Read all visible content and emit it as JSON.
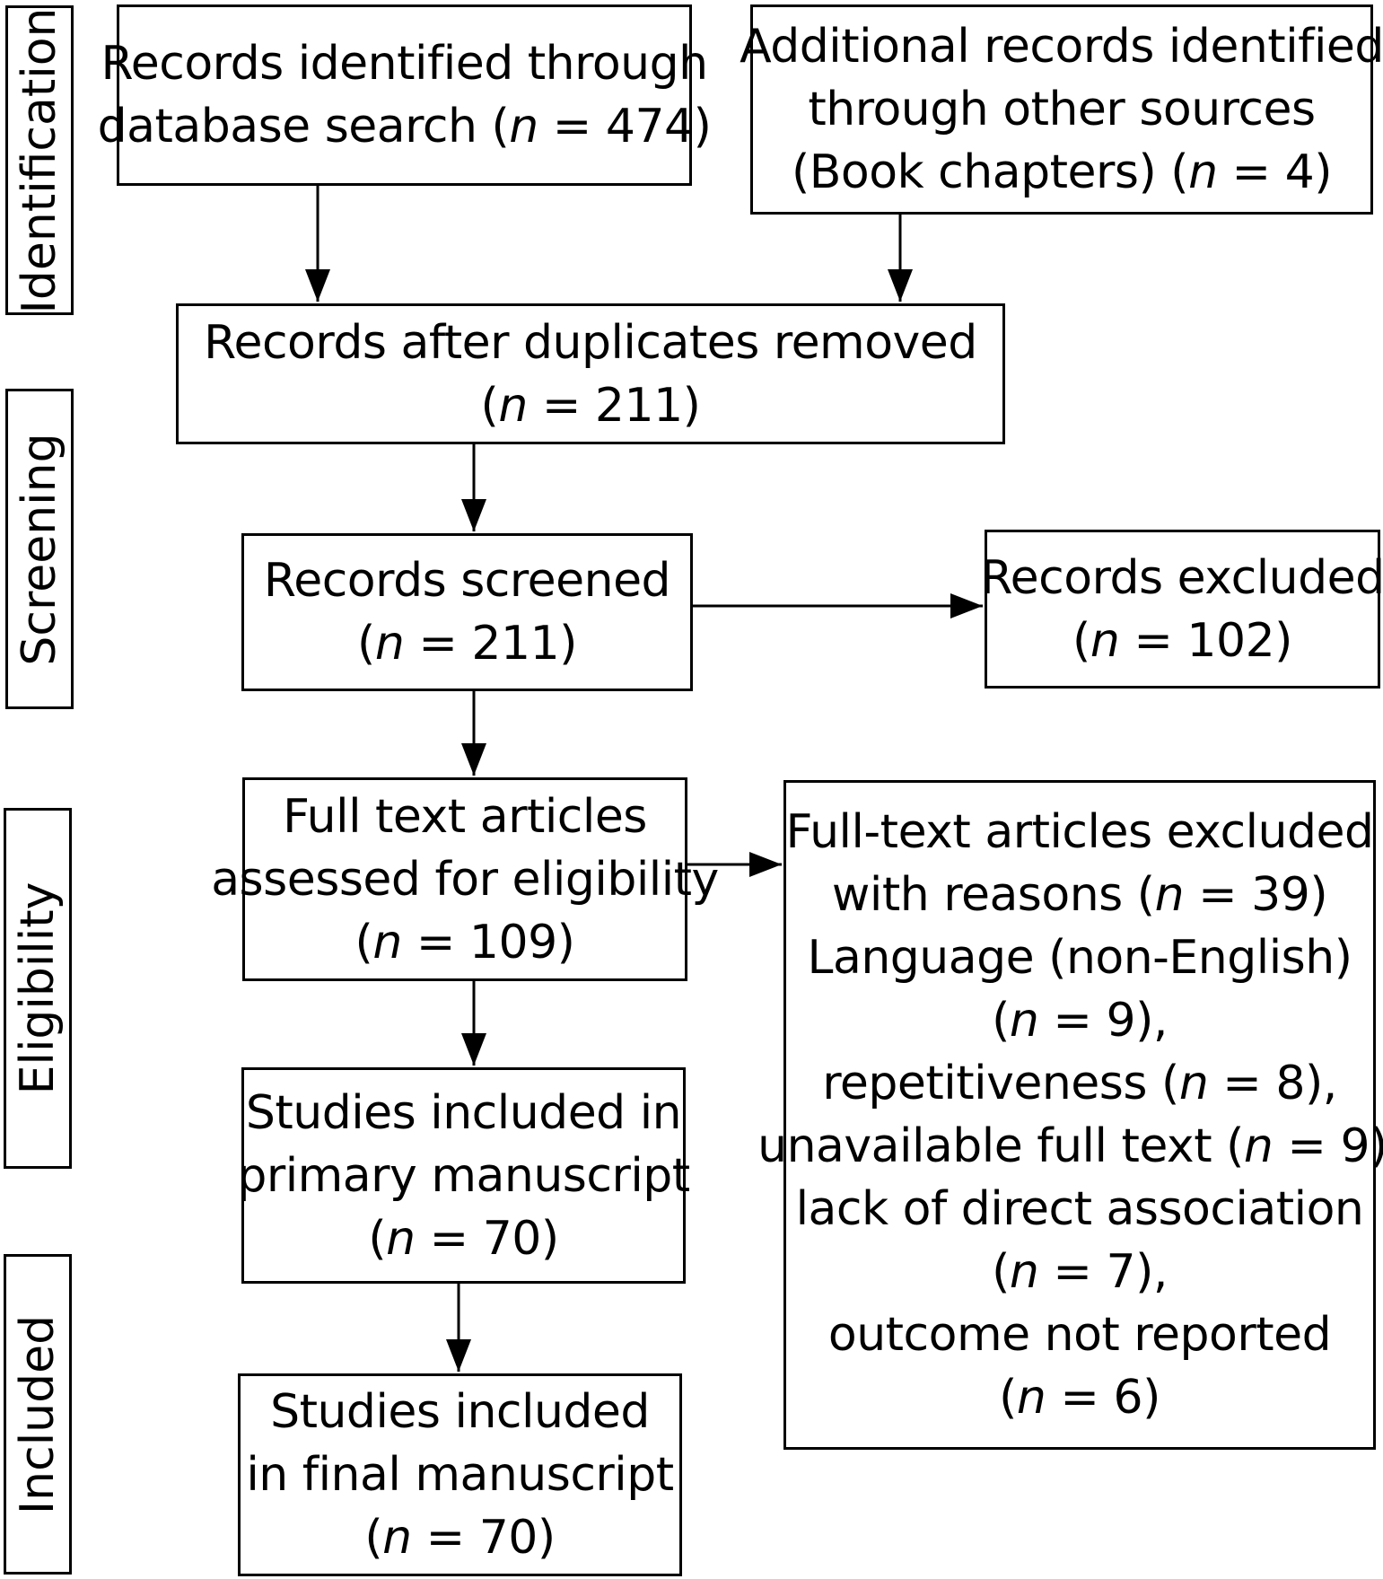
{
  "phases": {
    "identification": "Identification",
    "screening": "Screening",
    "eligibility": "Eligibility",
    "included": "Included"
  },
  "boxes": {
    "database_search": {
      "lines": [
        "Records identified through",
        "database search (n = 474)"
      ]
    },
    "other_sources": {
      "lines": [
        "Additional records identified",
        "through other sources",
        "(Book chapters) (n = 4)"
      ]
    },
    "duplicates_removed": {
      "lines": [
        "Records after duplicates removed",
        "(n = 211)"
      ]
    },
    "screened": {
      "lines": [
        "Records screened",
        "(n = 211)"
      ]
    },
    "excluded": {
      "lines": [
        "Records excluded",
        "(n = 102)"
      ]
    },
    "full_text_assessed": {
      "lines": [
        "Full text articles",
        "assessed for eligibility",
        "(n = 109)"
      ]
    },
    "full_text_excluded": {
      "lines": [
        "Full-text articles excluded",
        "with reasons (n = 39)",
        "Language (non-English)",
        "(n = 9),",
        "repetitiveness (n = 8),",
        "unavailable full text (n = 9),",
        "lack of direct association",
        "(n = 7),",
        "outcome not reported",
        "(n = 6)"
      ]
    },
    "primary_manuscript": {
      "lines": [
        "Studies included in",
        "primary manuscript",
        "(n = 70)"
      ]
    },
    "final_manuscript": {
      "lines": [
        "Studies included",
        "in final manuscript",
        "(n = 70)"
      ]
    }
  }
}
